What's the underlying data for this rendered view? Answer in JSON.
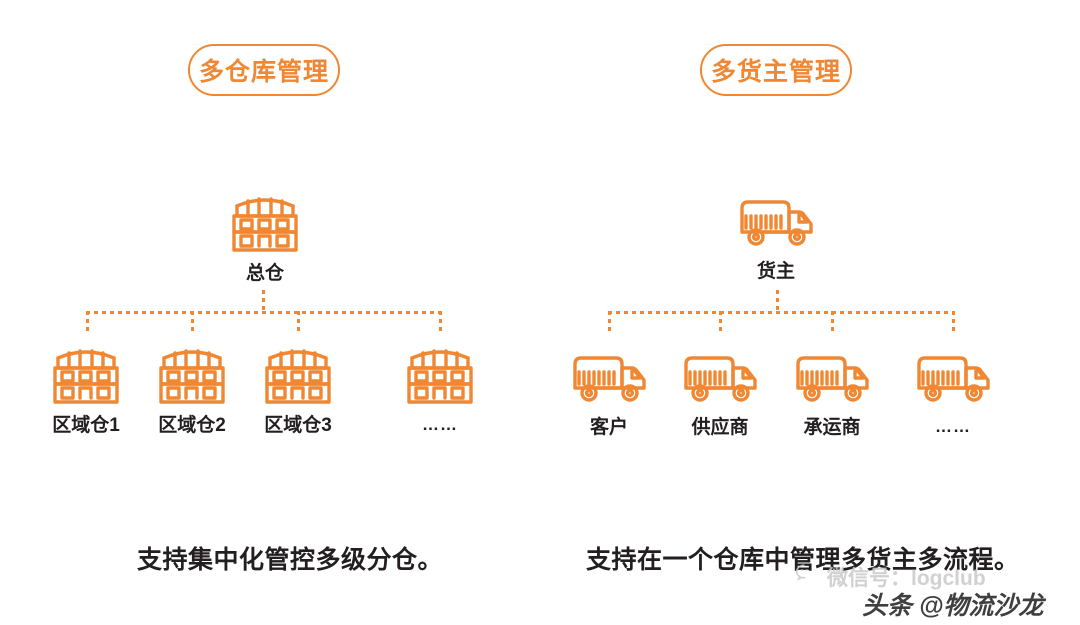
{
  "page": {
    "background": "#ffffff",
    "accent_color": "#ef8733",
    "text_color": "#231f20"
  },
  "panels": [
    {
      "id": "multi-warehouse",
      "title": "多仓库管理",
      "root": {
        "label": "总仓",
        "icon": "warehouse-icon"
      },
      "children": [
        {
          "label": "区域仓1",
          "icon": "warehouse-icon"
        },
        {
          "label": "区域仓2",
          "icon": "warehouse-icon"
        },
        {
          "label": "区域仓3",
          "icon": "warehouse-icon"
        },
        {
          "label": "……",
          "icon": "warehouse-icon"
        }
      ],
      "caption": "支持集中化管控多级分仓。"
    },
    {
      "id": "multi-shipper",
      "title": "多货主管理",
      "root": {
        "label": "货主",
        "icon": "truck-icon"
      },
      "children": [
        {
          "label": "客户",
          "icon": "truck-icon"
        },
        {
          "label": "供应商",
          "icon": "truck-icon"
        },
        {
          "label": "承运商",
          "icon": "truck-icon"
        },
        {
          "label": "……",
          "icon": "truck-icon"
        }
      ],
      "caption": "支持在一个仓库中管理多货主多流程。"
    }
  ],
  "watermarks": {
    "wechat": "微信号：logclub",
    "toutiao": "头条 @物流沙龙"
  }
}
